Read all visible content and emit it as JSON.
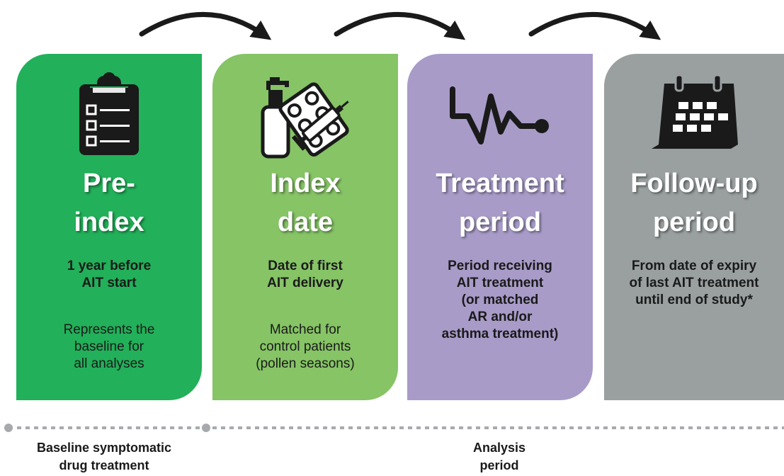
{
  "cards": [
    {
      "icon": "clipboard-checklist-icon",
      "title": "Pre-\nindex",
      "description": "1 year before\nAIT start",
      "note": "Represents the\nbaseline for\nall analyses",
      "color": "#22b05a"
    },
    {
      "icon": "medication-pills-syringe-icon",
      "title": "Index\ndate",
      "description": "Date of first\nAIT delivery",
      "note": "Matched for\ncontrol patients\n(pollen seasons)",
      "color": "#86c466"
    },
    {
      "icon": "pulse-waveform-icon",
      "title": "Treatment\nperiod",
      "description": "Period receiving\nAIT treatment\n(or matched\nAR and/or\nasthma treatment)",
      "note": "",
      "color": "#a89bc8"
    },
    {
      "icon": "calendar-icon",
      "title": "Follow-up\nperiod",
      "description": "From date of expiry\nof last AIT treatment\nuntil end of study*",
      "note": "",
      "color": "#9aa0a0"
    }
  ],
  "arrows": [
    "curved-arrow-icon",
    "curved-arrow-icon",
    "curved-arrow-icon"
  ],
  "timeline": {
    "baseline_label": "Baseline symptomatic\ndrug treatment",
    "analysis_label": "Analysis\nperiod",
    "line_color": "#a7a9ac"
  }
}
